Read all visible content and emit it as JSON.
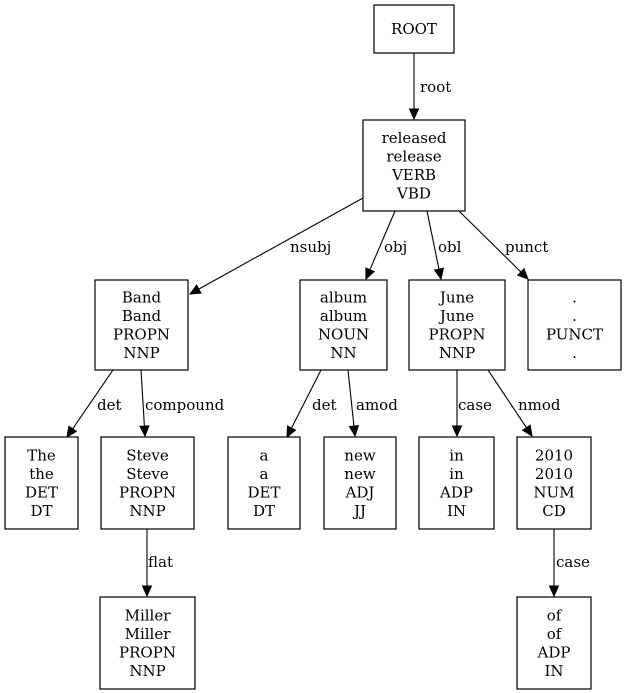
{
  "nodes": [
    {
      "id": "root",
      "lines": [
        "ROOT"
      ]
    },
    {
      "id": "released",
      "lines": [
        "released",
        "release",
        "VERB",
        "VBD"
      ]
    },
    {
      "id": "band",
      "lines": [
        "Band",
        "Band",
        "PROPN",
        "NNP"
      ]
    },
    {
      "id": "album",
      "lines": [
        "album",
        "album",
        "NOUN",
        "NN"
      ]
    },
    {
      "id": "june",
      "lines": [
        "June",
        "June",
        "PROPN",
        "NNP"
      ]
    },
    {
      "id": "period",
      "lines": [
        ".",
        ".",
        "PUNCT",
        "."
      ]
    },
    {
      "id": "the",
      "lines": [
        "The",
        "the",
        "DET",
        "DT"
      ]
    },
    {
      "id": "steve",
      "lines": [
        "Steve",
        "Steve",
        "PROPN",
        "NNP"
      ]
    },
    {
      "id": "a",
      "lines": [
        "a",
        "a",
        "DET",
        "DT"
      ]
    },
    {
      "id": "new",
      "lines": [
        "new",
        "new",
        "ADJ",
        "JJ"
      ]
    },
    {
      "id": "in",
      "lines": [
        "in",
        "in",
        "ADP",
        "IN"
      ]
    },
    {
      "id": "2010",
      "lines": [
        "2010",
        "2010",
        "NUM",
        "CD"
      ]
    },
    {
      "id": "miller",
      "lines": [
        "Miller",
        "Miller",
        "PROPN",
        "NNP"
      ]
    },
    {
      "id": "of",
      "lines": [
        "of",
        "of",
        "ADP",
        "IN"
      ]
    }
  ],
  "edges": [
    {
      "from": "root",
      "to": "released",
      "label": "root"
    },
    {
      "from": "released",
      "to": "band",
      "label": "nsubj"
    },
    {
      "from": "released",
      "to": "album",
      "label": "obj"
    },
    {
      "from": "released",
      "to": "june",
      "label": "obl"
    },
    {
      "from": "released",
      "to": "period",
      "label": "punct"
    },
    {
      "from": "band",
      "to": "the",
      "label": "det"
    },
    {
      "from": "band",
      "to": "steve",
      "label": "compound"
    },
    {
      "from": "album",
      "to": "a",
      "label": "det"
    },
    {
      "from": "album",
      "to": "new",
      "label": "amod"
    },
    {
      "from": "june",
      "to": "in",
      "label": "case"
    },
    {
      "from": "june",
      "to": "2010",
      "label": "nmod"
    },
    {
      "from": "steve",
      "to": "miller",
      "label": "flat"
    },
    {
      "from": "2010",
      "to": "of",
      "label": "case"
    }
  ]
}
